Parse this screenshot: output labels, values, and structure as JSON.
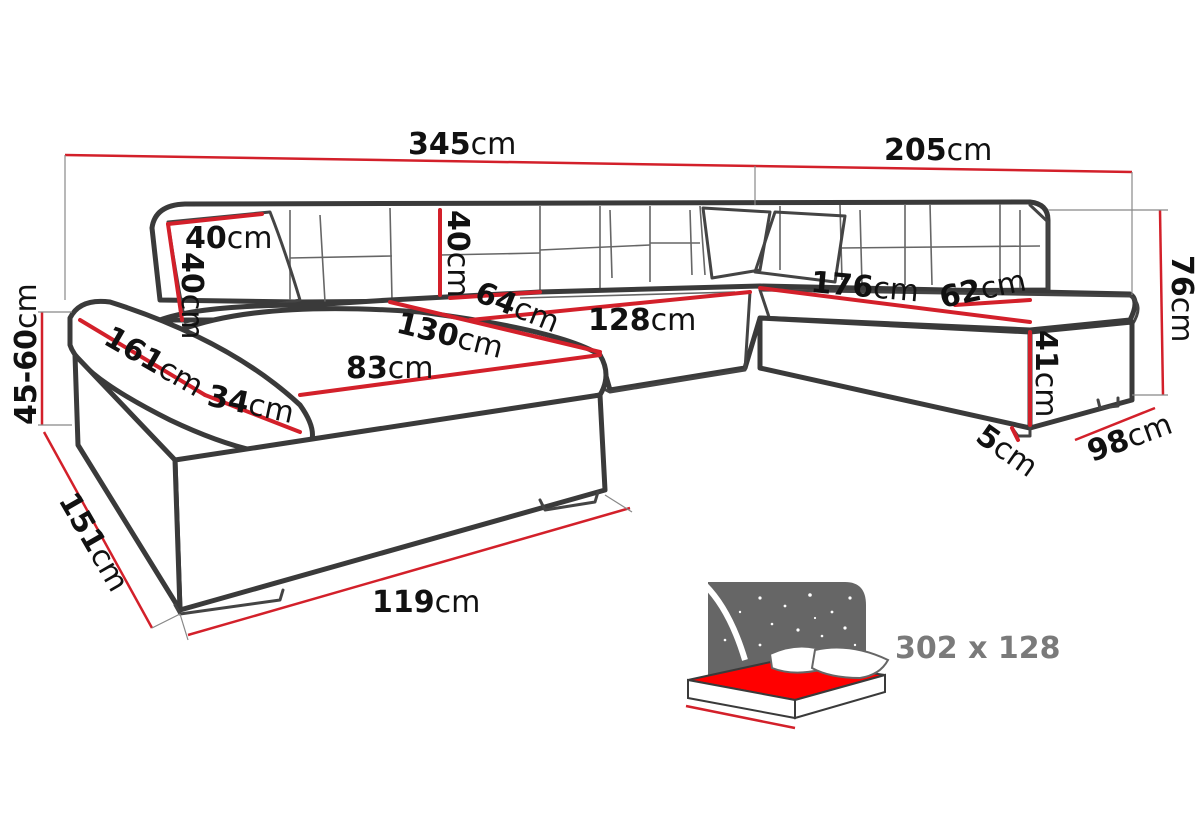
{
  "colors": {
    "dimension_line": "#d3202a",
    "outline": "#3a3a3a",
    "bed_surface": "#ff0000",
    "bed_backdrop": "#666666",
    "bed_label": "#7a7a7a"
  },
  "dimensions": {
    "total_width": {
      "value": "345",
      "unit": "cm"
    },
    "right_width": {
      "value": "205",
      "unit": "cm"
    },
    "height": {
      "value": "76",
      "unit": "cm"
    },
    "seat_height": {
      "value": "45-60",
      "unit": "cm"
    },
    "left_depth": {
      "value": "151",
      "unit": "cm"
    },
    "left_front": {
      "value": "119",
      "unit": "cm"
    },
    "right_depth": {
      "value": "98",
      "unit": "cm"
    },
    "leg_height": {
      "value": "5",
      "unit": "cm"
    },
    "right_seat_height": {
      "value": "41",
      "unit": "cm"
    },
    "armrest_length": {
      "value": "161",
      "unit": "cm"
    },
    "armrest_width": {
      "value": "34",
      "unit": "cm"
    },
    "cushion_width": {
      "value": "40",
      "unit": "cm"
    },
    "cushion_height": {
      "value": "40",
      "unit": "cm"
    },
    "back_height": {
      "value": "40",
      "unit": "cm"
    },
    "seat_depth_left": {
      "value": "83",
      "unit": "cm"
    },
    "seat_width_left": {
      "value": "130",
      "unit": "cm"
    },
    "seat_depth_mid": {
      "value": "64",
      "unit": "cm"
    },
    "seat_width_mid": {
      "value": "128",
      "unit": "cm"
    },
    "seat_width_right": {
      "value": "176",
      "unit": "cm"
    },
    "seat_depth_right": {
      "value": "62",
      "unit": "cm"
    }
  },
  "bed": {
    "size_label": "302 x 128",
    "icon": "bed-with-pillows-night-sky-icon"
  }
}
